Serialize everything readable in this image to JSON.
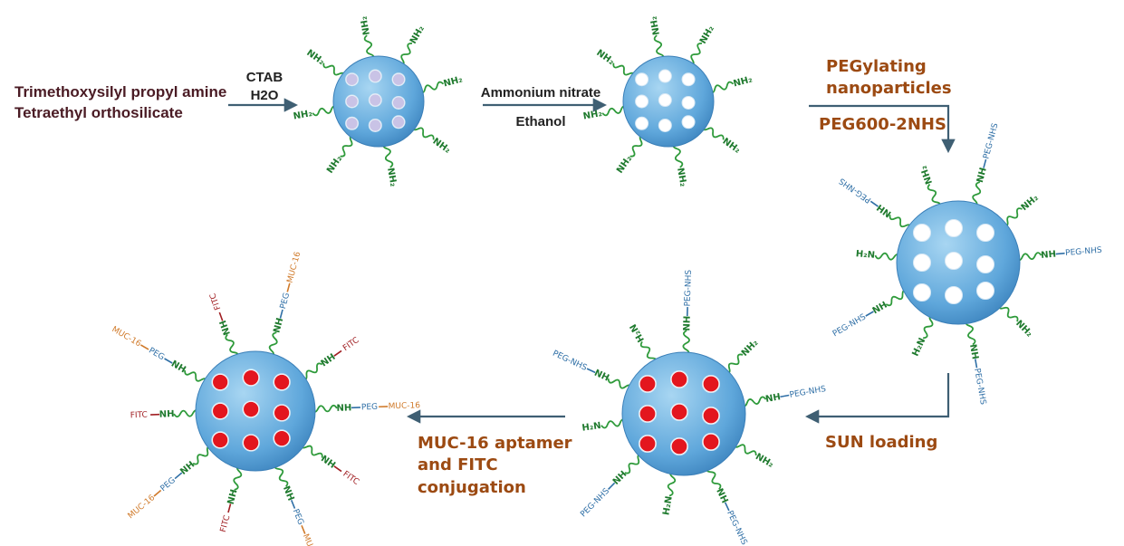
{
  "precursor": {
    "line1": "Trimethoxysilyl propyl amine",
    "line2": "Tetraethyl orthosilicate"
  },
  "step1": {
    "reagent1": "CTAB",
    "reagent2": "H2O"
  },
  "step2": {
    "reagent1": "Ammonium nitrate",
    "reagent2": "Ethanol"
  },
  "step3": {
    "line1": "PEGylating",
    "line2": "nanoparticles",
    "reagent": "PEG600-2NHS"
  },
  "step4": {
    "label": "SUN loading"
  },
  "step5": {
    "line1": "MUC-16 aptamer",
    "line2": "and FITC",
    "line3": "conjugation"
  },
  "groups": {
    "nh2": "NH₂",
    "h2n": "H₂N",
    "nh": "NH",
    "hn": "HN",
    "peg_nhs": "PEG-NHS",
    "peg": "PEG",
    "muc16": "MUC-16",
    "fitc": "FITC",
    "h_n": "H N"
  },
  "colors": {
    "sphere": "#6fb3e3",
    "pore_template": "#c9c3e6",
    "pore_open": "#ffffff",
    "drug": "#e3161e",
    "wavy_linker": "#2e9a3a",
    "peg_text": "#2f6fa6",
    "muc16_text": "#d07a2a",
    "fitc_text": "#a01e22",
    "arrow": "#3f5f73",
    "step_text": "#9c4a12"
  }
}
